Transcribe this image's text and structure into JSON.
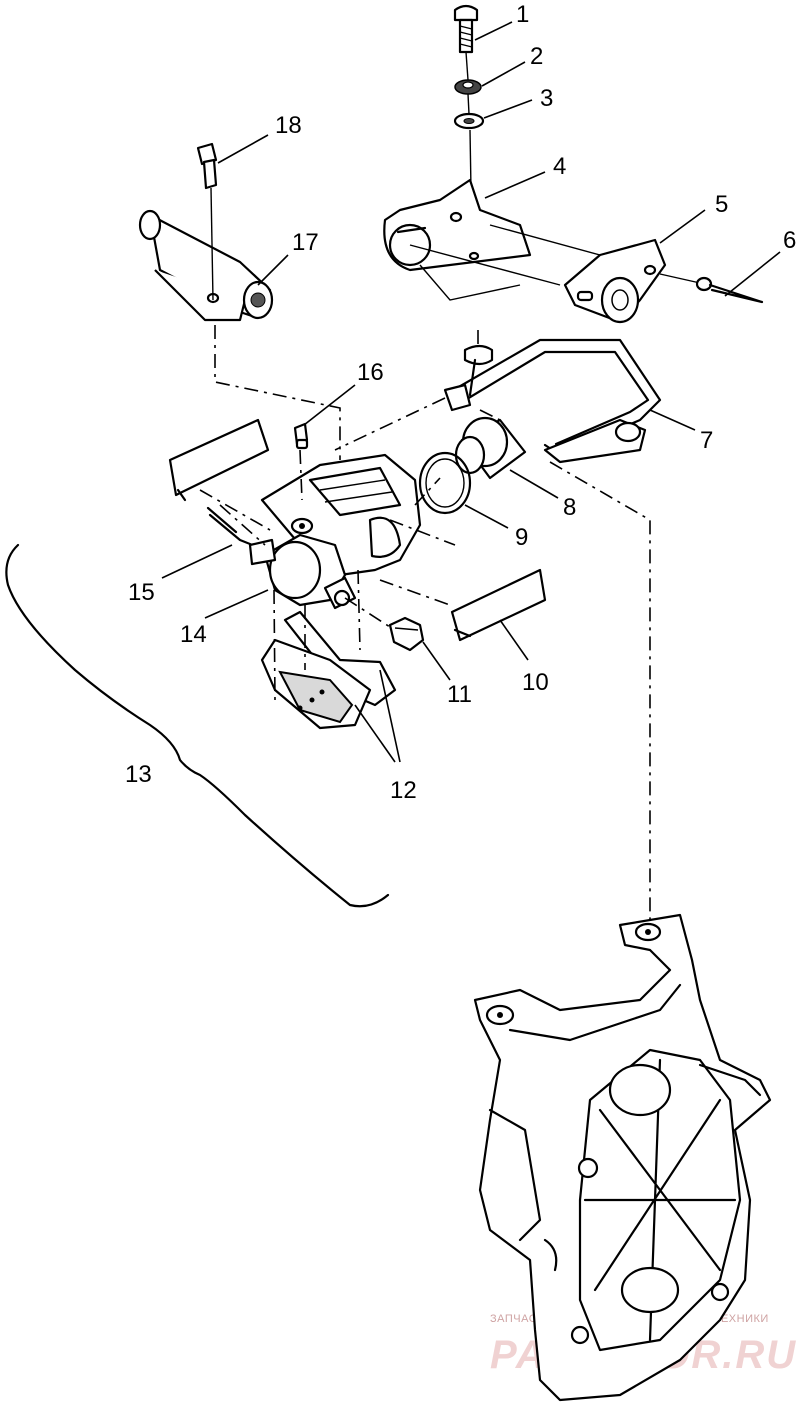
{
  "callouts": [
    {
      "id": "1",
      "label": "1"
    },
    {
      "id": "2",
      "label": "2"
    },
    {
      "id": "3",
      "label": "3"
    },
    {
      "id": "4",
      "label": "4"
    },
    {
      "id": "5",
      "label": "5"
    },
    {
      "id": "6",
      "label": "6"
    },
    {
      "id": "7",
      "label": "7"
    },
    {
      "id": "8",
      "label": "8"
    },
    {
      "id": "9",
      "label": "9"
    },
    {
      "id": "10",
      "label": "10"
    },
    {
      "id": "11",
      "label": "11"
    },
    {
      "id": "12",
      "label": "12"
    },
    {
      "id": "13",
      "label": "13"
    },
    {
      "id": "14",
      "label": "14"
    },
    {
      "id": "15",
      "label": "15"
    },
    {
      "id": "16",
      "label": "16"
    },
    {
      "id": "17",
      "label": "17"
    },
    {
      "id": "18",
      "label": "18"
    }
  ],
  "watermark": {
    "tagline": "ЗАПЧАСТИ И АКСЕССУАРЫ ДЛЯ МОТОТЕХНИКИ",
    "site": "PARTSFOR.RU",
    "color": "#e8c4c4"
  }
}
